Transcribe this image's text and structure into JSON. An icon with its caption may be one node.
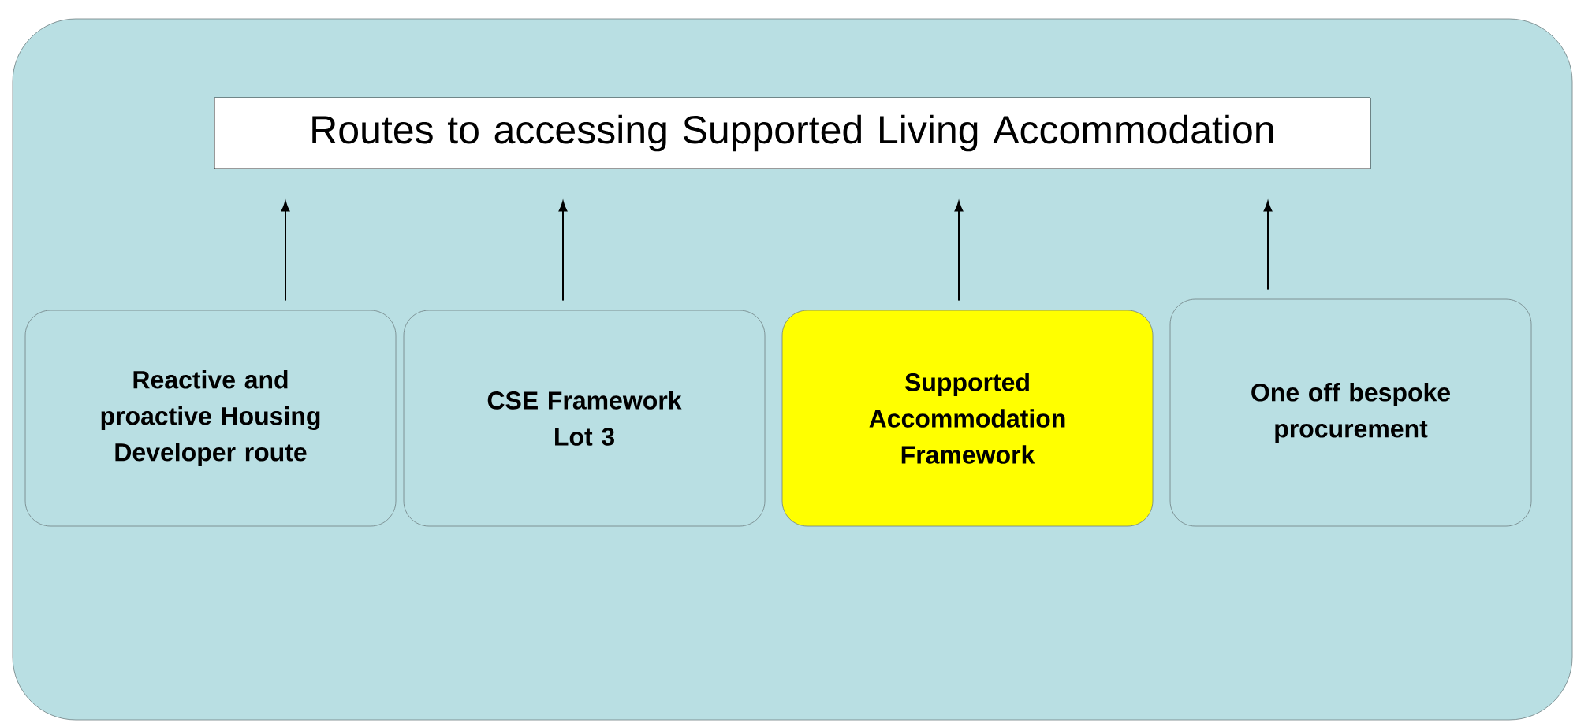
{
  "diagram": {
    "nodes": [
      {
        "text": [],
        "shape": "box"
      },
      {
        "text": [
          "Routes to accessing Supported Living Accommodation"
        ],
        "in": 0
      },
      {
        "text": [
          "Reactive and proactive Housing Developer route"
        ],
        "in": 0
      },
      {
        "text": [
          "CSE Framework Lot 3"
        ],
        "in": 0
      },
      {
        "text": [
          "Supported Accommodation Framework"
        ],
        "in": 0
      },
      {
        "text": [
          "One off bespoke procurement"
        ],
        "in": 0
      }
    ],
    "edges": [
      {
        "from": 2,
        "to": 1,
        "arrow": "to"
      },
      {
        "from": 3,
        "to": 1,
        "arrow": "to"
      },
      {
        "from": 4,
        "to": 1,
        "arrow": "to"
      },
      {
        "from": 5,
        "to": 1,
        "arrow": "to"
      }
    ]
  }
}
